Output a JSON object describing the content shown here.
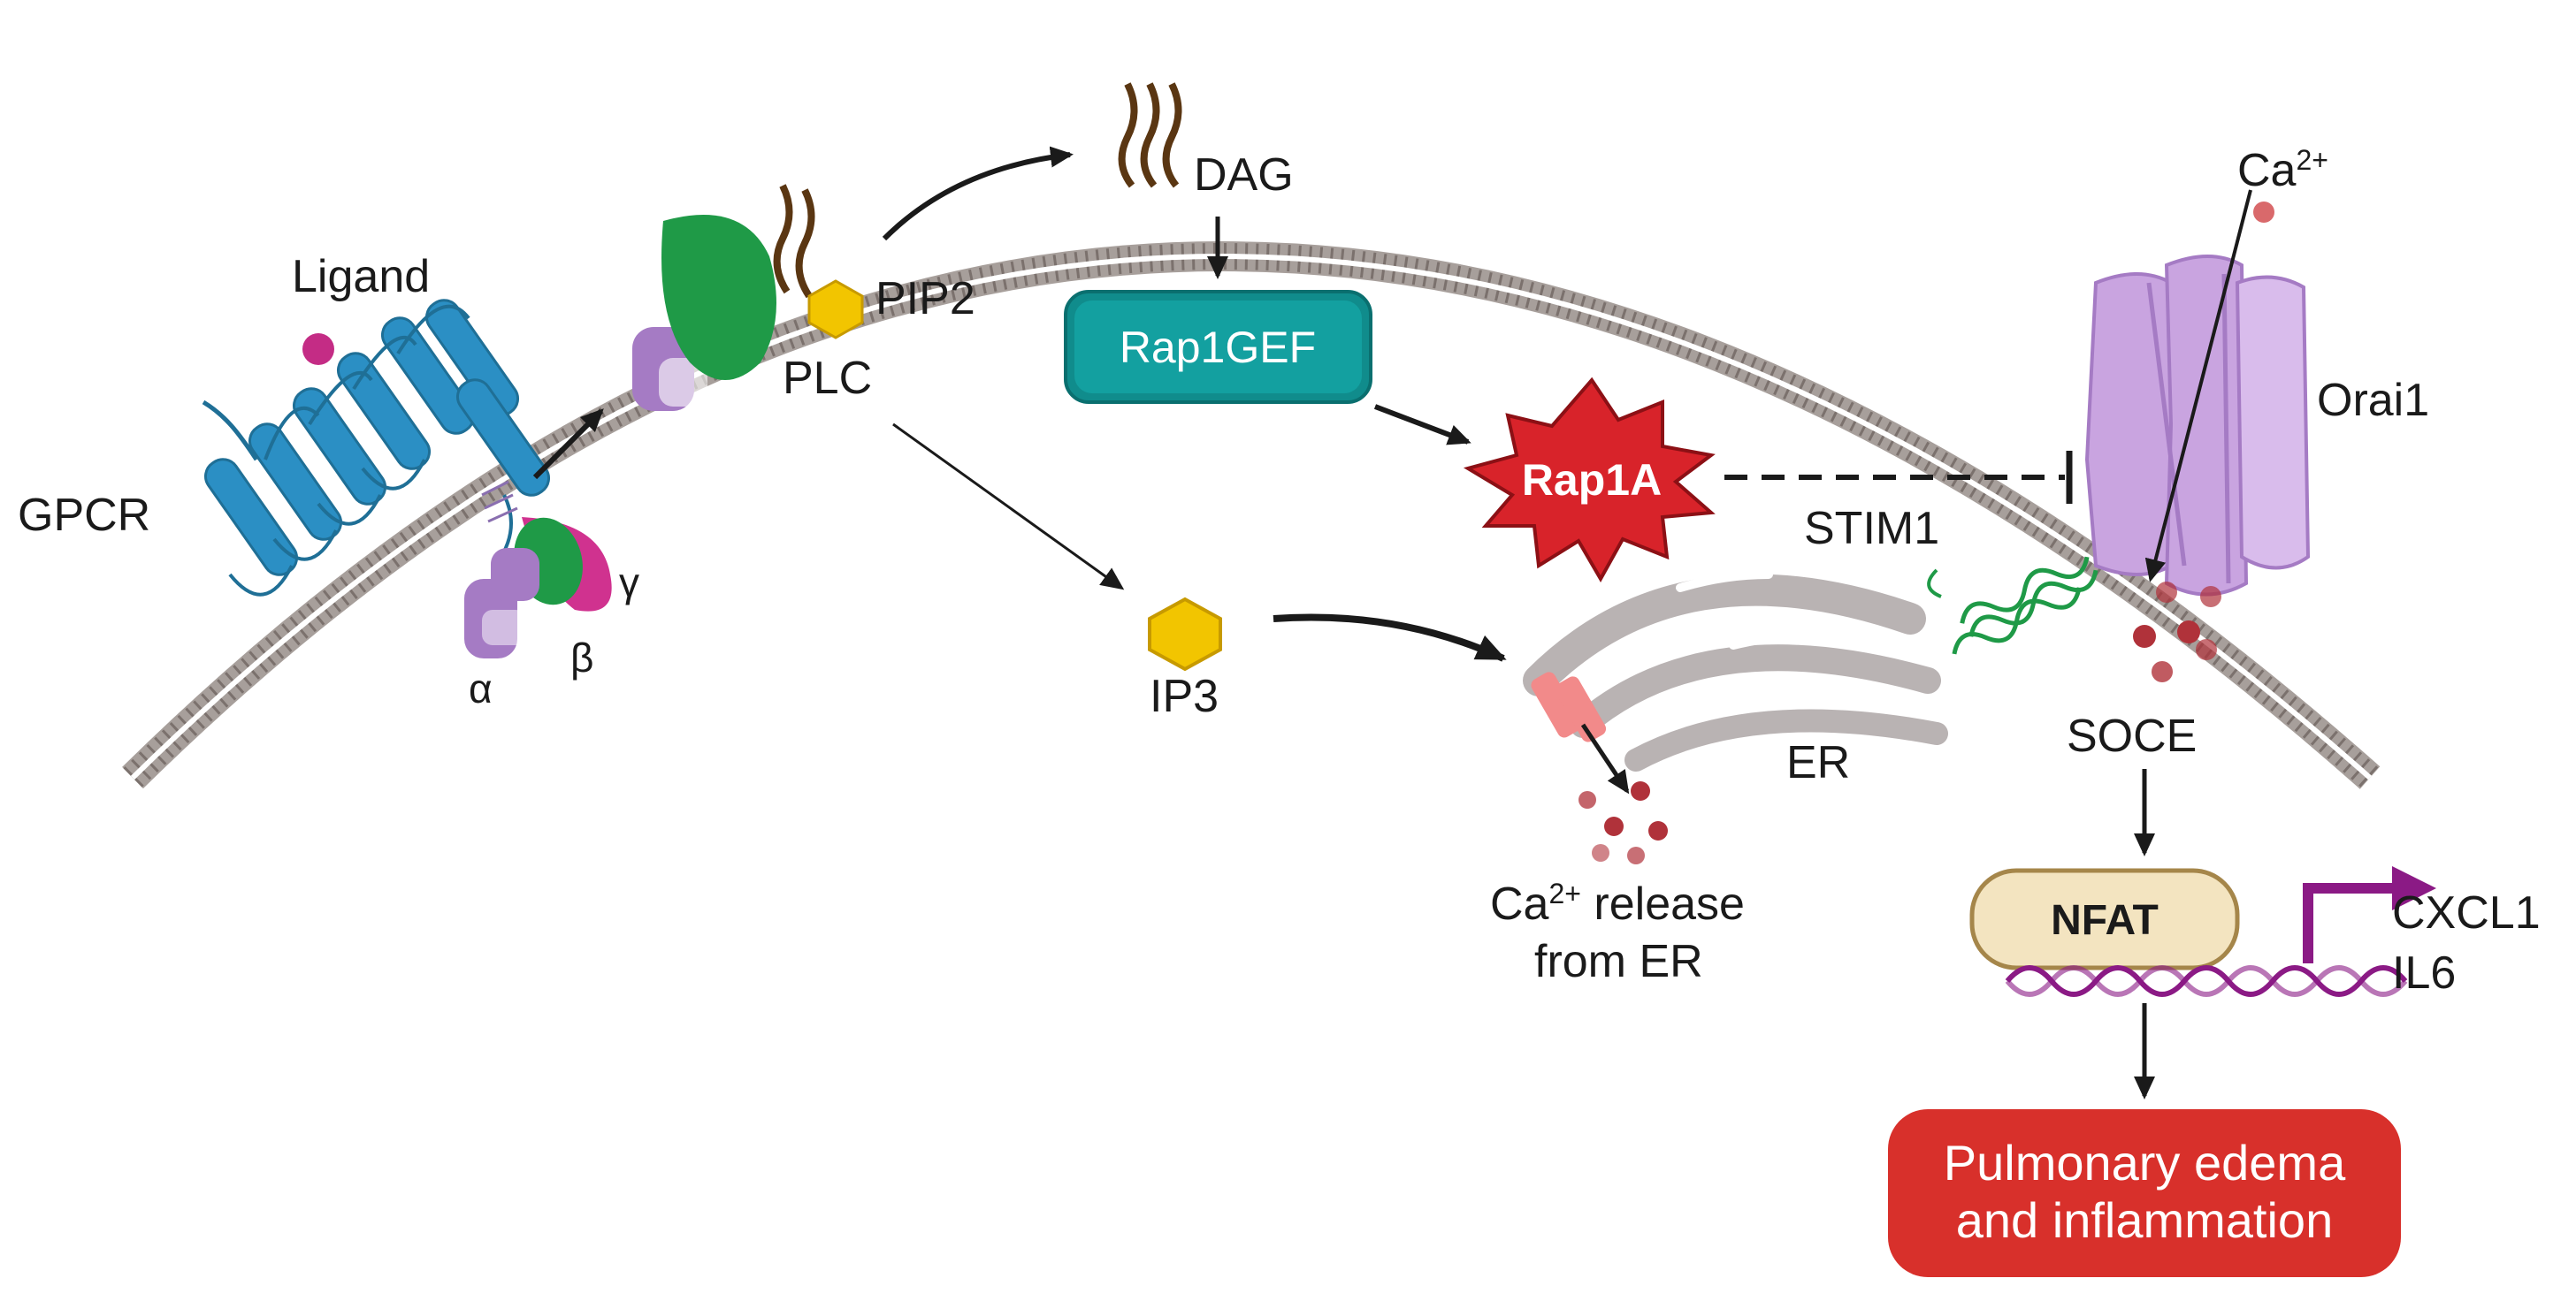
{
  "labels": {
    "ligand": "Ligand",
    "gpcr": "GPCR",
    "alpha": "α",
    "beta": "β",
    "gamma": "γ",
    "plc": "PLC",
    "pip2": "PIP2",
    "dag": "DAG",
    "rap1gef": "Rap1GEF",
    "rap1a": "Rap1A",
    "ip3": "IP3",
    "ca_top": "Ca",
    "ca_top_sup": "2+",
    "orai1": "Orai1",
    "stim1": "STIM1",
    "er": "ER",
    "soce": "SOCE",
    "ca_release_base": "Ca",
    "ca_release_sup": "2+",
    "ca_release_rest": " release",
    "ca_release_line2": "from ER",
    "nfat": "NFAT",
    "cxcl1": "CXCL1",
    "il6": "IL6",
    "outcome_line1": "Pulmonary edema",
    "outcome_line2": "and inflammation"
  },
  "colors": {
    "membrane": "#8a7f7a",
    "gpcr_blue": "#2b8fc4",
    "g_alpha_purple": "#a57bc4",
    "g_beta_green": "#1f9a47",
    "g_gamma_magenta": "#d0328f",
    "ligand_magenta": "#c42c85",
    "plc_green": "#1f9a47",
    "lipid_brown": "#5a3612",
    "hexagon_yellow": "#f2c500",
    "rap1gef_teal": "#109494",
    "rap1a_red": "#d8232a",
    "orai_lilac": "#c9a4e0",
    "stim_green": "#1f9a47",
    "er_grey": "#b9b3b3",
    "calcium_red": "#b0323a",
    "nfat_tan": "#f3e4c0",
    "dna_purple": "#8b1a85",
    "outcome_red": "#d8302b"
  }
}
